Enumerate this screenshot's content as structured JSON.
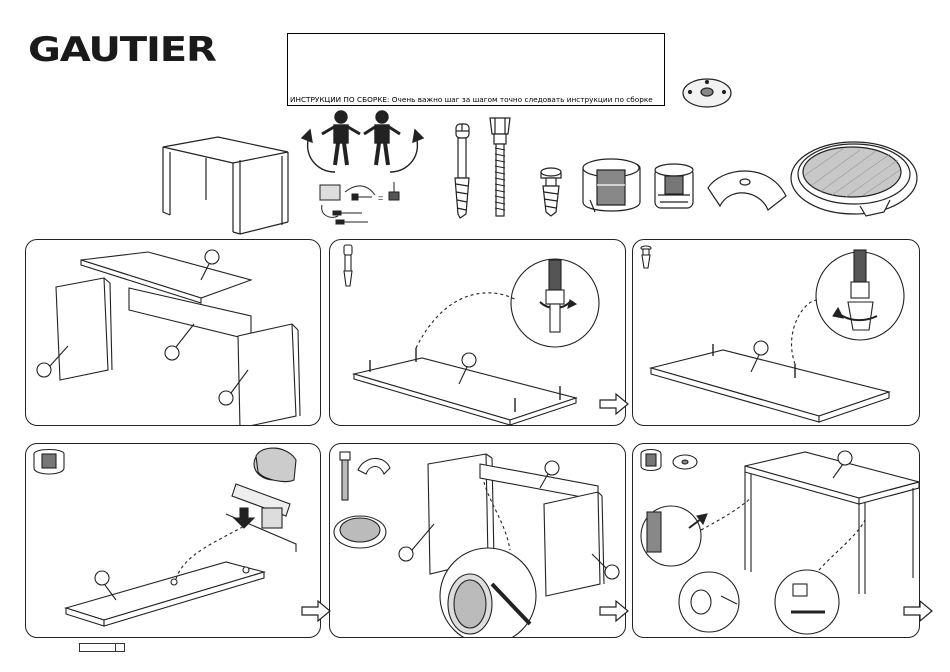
{
  "brand": {
    "logo_text": "GAUTIER"
  },
  "notice": {
    "text": "ИНСТРУКЦИИ ПО СБОРКЕ: Очень важно шаг за шагом точно следовать инструкции по сборке"
  },
  "icons": {
    "hardware": [
      "cam-plate-icon",
      "double-screw-icon",
      "bolt-icon",
      "short-screw-icon",
      "cam-lock-icon",
      "connector-icon",
      "cover-cap-icon",
      "grommet-icon"
    ],
    "tools": [
      "screwdriver-icon",
      "hammer-icon"
    ],
    "arrows": "next-step-arrow-icon"
  },
  "steps": [
    {
      "id": 1,
      "parts": [
        "top-panel",
        "side-panel-left",
        "back-panel",
        "side-panel-right"
      ]
    },
    {
      "id": 2,
      "parts": [
        "top-panel",
        "double-screw"
      ]
    },
    {
      "id": 3,
      "parts": [
        "top-panel",
        "short-screw"
      ]
    },
    {
      "id": 4,
      "parts": [
        "back-panel",
        "cam-lock"
      ]
    },
    {
      "id": 5,
      "parts": [
        "side-panel",
        "back-panel",
        "bolt",
        "cover-cap",
        "grommet"
      ]
    },
    {
      "id": 6,
      "parts": [
        "top-panel",
        "cam-lock",
        "cam-plate"
      ]
    }
  ],
  "colors": {
    "line": "#222222",
    "paper": "#ffffff",
    "wood": "#bdbdbd"
  }
}
